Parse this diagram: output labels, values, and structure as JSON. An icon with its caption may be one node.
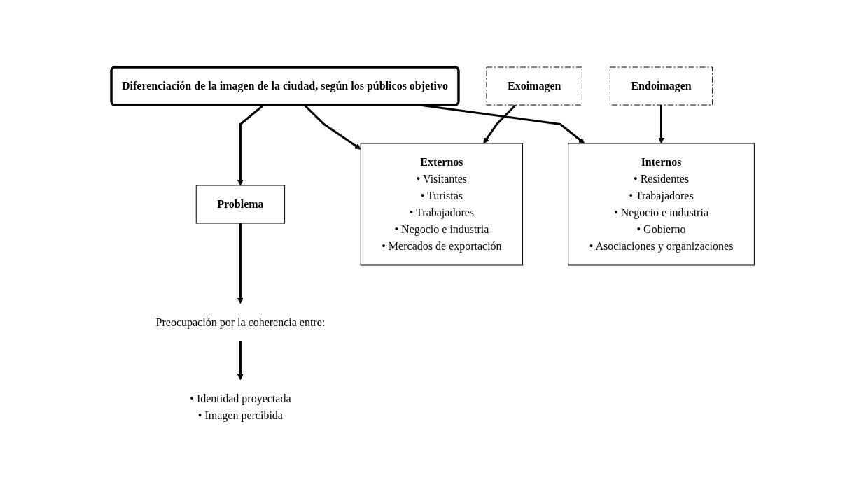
{
  "diagram": {
    "nodes": [
      {
        "text": [
          "Diferenciación de la imagen de la ciudad, según los públicos objetivo"
        ]
      },
      {
        "text": [
          "Problema"
        ]
      },
      {
        "text": [
          "Externos",
          "• Visitantes",
          "• Turistas",
          "• Trabajadores",
          "• Negocio e industria",
          "• Mercados de exportación"
        ]
      },
      {
        "text": [
          "Internos",
          "• Residentes",
          "• Trabajadores",
          "• Negocio e industria",
          "• Gobierno",
          "• Asociaciones y organizaciones"
        ]
      },
      {
        "text": [
          "Preocupación por la coherencia entre:"
        ]
      },
      {
        "text": [
          "• Identidad proyectada",
          "• Imagen percibida"
        ]
      },
      {
        "text": [
          "Exoimagen"
        ]
      },
      {
        "text": [
          "Endoimagen"
        ]
      }
    ],
    "edges": [
      {
        "from": 0,
        "to": 1,
        "arrow": "to"
      },
      {
        "from": 0,
        "to": 2,
        "arrow": "to"
      },
      {
        "from": 0,
        "to": 3,
        "arrow": "to"
      },
      {
        "from": 1,
        "to": 4,
        "arrow": "to"
      },
      {
        "from": 4,
        "to": 5,
        "arrow": "to"
      },
      {
        "from": 6,
        "to": 2,
        "arrow": "to"
      },
      {
        "from": 7,
        "to": 3,
        "arrow": "to"
      }
    ]
  }
}
